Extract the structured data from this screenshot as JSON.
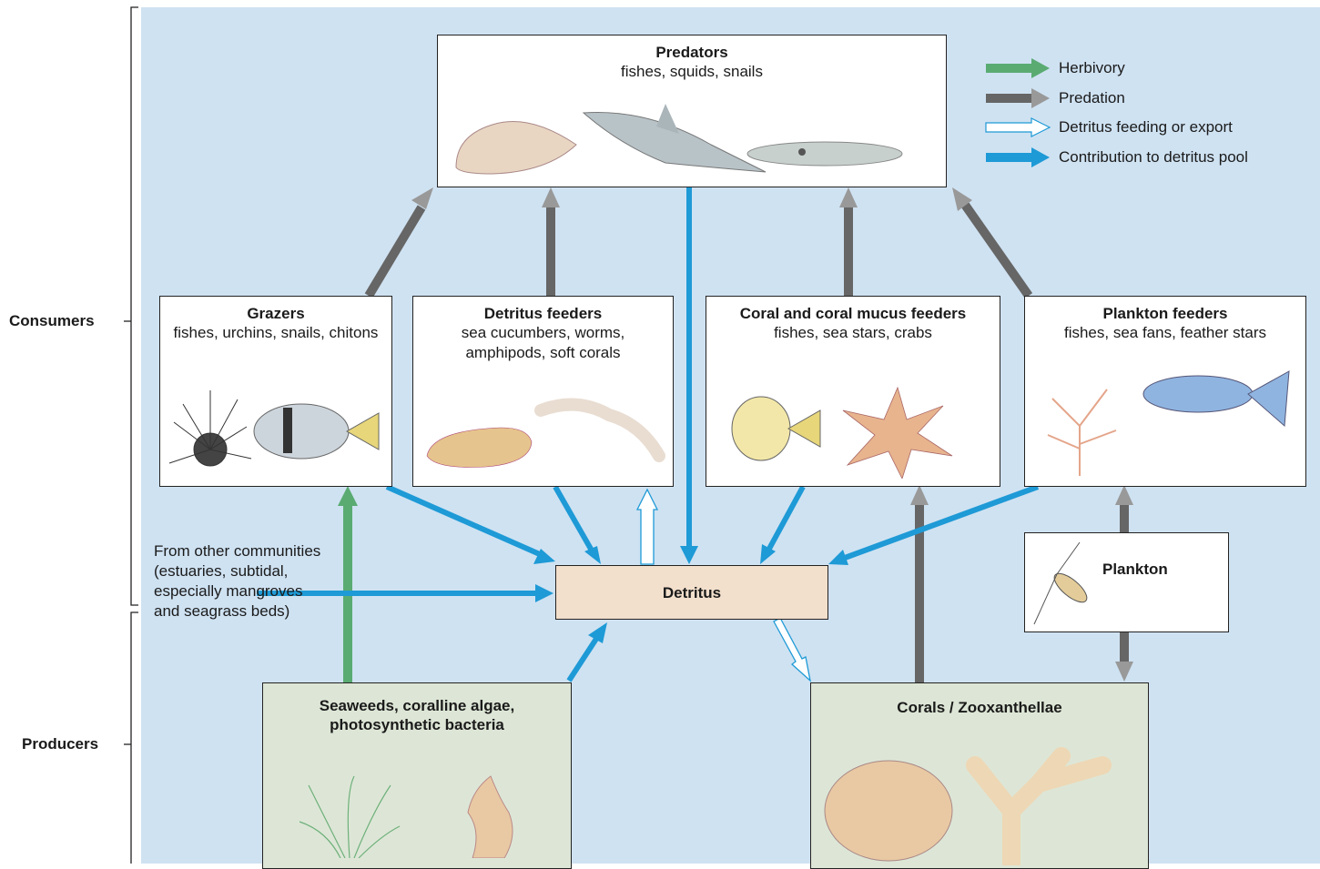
{
  "side_labels": {
    "consumers": "Consumers",
    "producers": "Producers"
  },
  "boxes": {
    "predators": {
      "title": "Predators",
      "subtitle": "fishes, squids, snails"
    },
    "grazers": {
      "title": "Grazers",
      "subtitle": "fishes, urchins, snails, chitons"
    },
    "detritus_feeders": {
      "title": "Detritus feeders",
      "subtitle": "sea cucumbers, worms, amphipods, soft corals"
    },
    "coral_feeders": {
      "title": "Coral and coral mucus feeders",
      "subtitle": "fishes, sea stars, crabs"
    },
    "plankton_feeders": {
      "title": "Plankton feeders",
      "subtitle": "fishes, sea fans, feather stars"
    },
    "detritus": {
      "title": "Detritus"
    },
    "plankton": {
      "title": "Plankton"
    },
    "seaweeds": {
      "title": "Seaweeds, coralline algae, photosynthetic bacteria"
    },
    "corals": {
      "title": "Corals / Zooxanthellae"
    }
  },
  "other_communities": "From other communities (estuaries, subtidal, especially mangroves and seagrass beds)",
  "legend": [
    {
      "label": "Herbivory",
      "color": "#5aab72",
      "style": "solid"
    },
    {
      "label": "Predation",
      "color": "#666666",
      "style": "solid"
    },
    {
      "label": "Detritus feeding or export",
      "color": "#ffffff",
      "style": "outline"
    },
    {
      "label": "Contribution to detritus pool",
      "color": "#1e9ad6",
      "style": "solid"
    }
  ],
  "colors": {
    "background": "#cfe2f2",
    "herbivory": "#5aab72",
    "predation": "#666666",
    "detritus": "#1e9ad6",
    "producer_box": "#dde6d6",
    "detritus_box": "#f2dfcc"
  },
  "icons": [
    "snail-icon",
    "shark-icon",
    "squid-icon",
    "sea-urchin-icon",
    "surgeonfish-icon",
    "sea-cucumber-icon",
    "worm-icon",
    "butterflyfish-icon",
    "sea-star-icon",
    "sea-fan-icon",
    "blue-fish-icon",
    "copepod-icon",
    "seagrass-icon",
    "coralline-algae-icon",
    "brain-coral-icon",
    "branching-coral-icon"
  ]
}
